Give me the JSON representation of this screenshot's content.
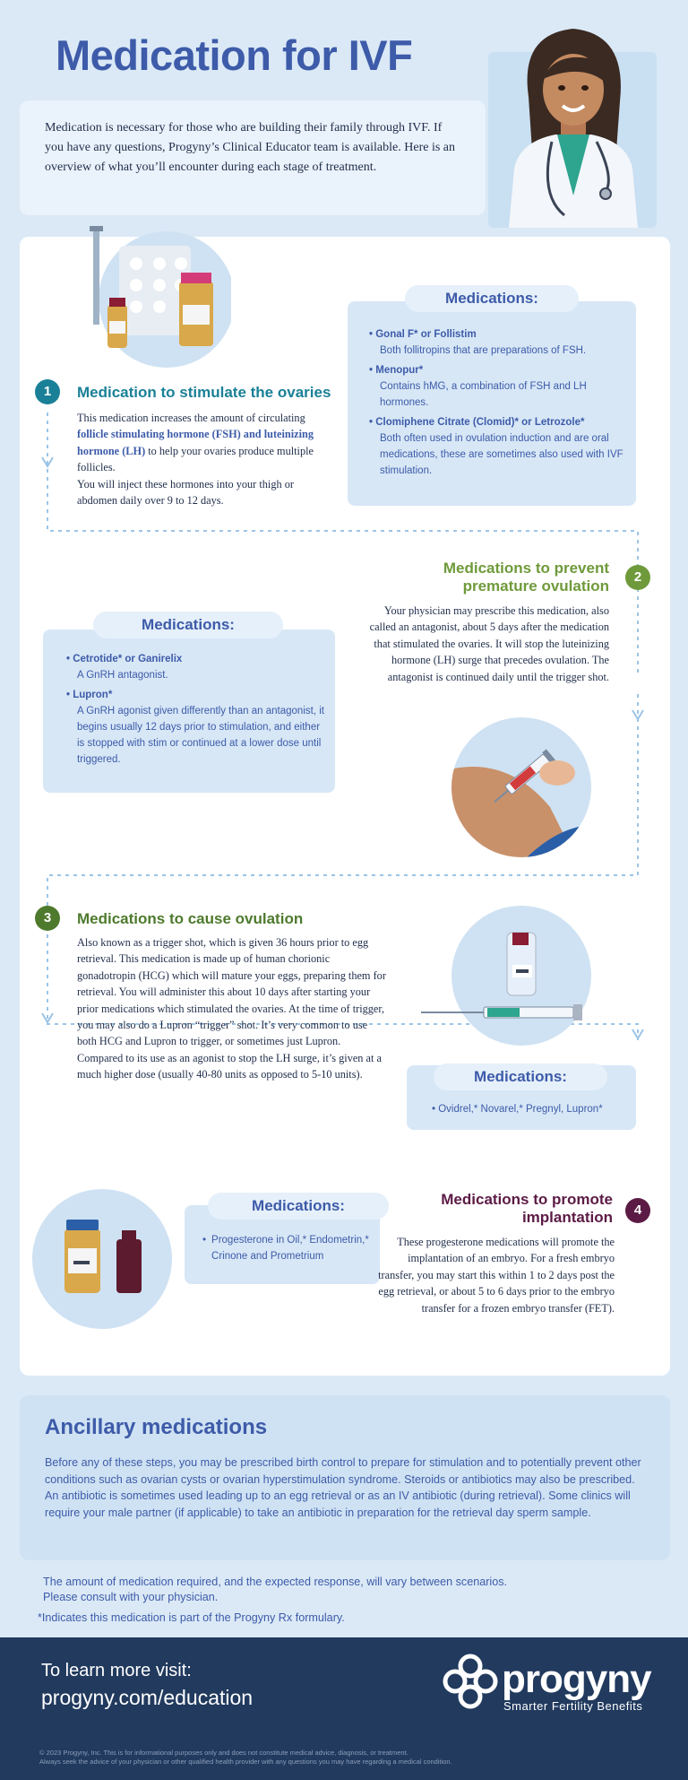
{
  "header": {
    "title": "Medication for IVF",
    "intro": "Medication is necessary for those who are building their family through IVF. If you have any questions, Progyny’s Clinical Educator team is available. Here is an overview of what you’ll encounter during each stage of treatment."
  },
  "colors": {
    "primary": "#3d5ba9",
    "step1": "#1a8097",
    "step2": "#6f9a3b",
    "step3": "#4e7a2d",
    "step4": "#5c1b45",
    "footer": "#213a5e"
  },
  "step1": {
    "number": "1",
    "title": "Medication to stimulate the ovaries",
    "body_pre": "This medication increases the amount of circulating",
    "body_hl": "follicle stimulating hormone (FSH) and luteinizing hormone (LH)",
    "body_post": "to help your ovaries produce multiple follicles.",
    "body2": "You will inject these hormones into your thigh or abdomen daily over 9 to 12 days.",
    "meds_title": "Medications:",
    "meds": [
      {
        "name": "Gonal F* or Follistim",
        "desc": "Both follitropins that are preparations of FSH."
      },
      {
        "name": "Menopur*",
        "desc": "Contains hMG, a combination of FSH and LH hormones."
      },
      {
        "name": "Clomiphene Citrate (Clomid)* or Letrozole*",
        "desc": "Both often used in ovulation induction and are oral medications, these are sometimes also used with IVF stimulation."
      }
    ]
  },
  "step2": {
    "number": "2",
    "title_line1": "Medications to prevent",
    "title_line2": "premature ovulation",
    "body": "Your physician may prescribe this medication, also called an antagonist, about 5 days after the medication that stimulated the ovaries. It will stop the luteinizing hormone (LH) surge that precedes ovulation. The antagonist is continued daily until the trigger shot.",
    "meds_title": "Medications:",
    "meds": [
      {
        "name": "Cetrotide* or Ganirelix",
        "desc": "A GnRH antagonist."
      },
      {
        "name": "Lupron*",
        "desc": "A GnRH agonist given differently than an antagonist, it begins usually 12 days prior to stimulation, and either is stopped with stim or continued at a lower dose until triggered."
      }
    ]
  },
  "step3": {
    "number": "3",
    "title": "Medications to cause ovulation",
    "body": "Also known as a trigger shot, which is given 36 hours prior to egg retrieval. This medication is made up of human chorionic gonadotropin (HCG) which will mature your eggs, preparing them for retrieval. You will administer this about 10 days after starting your prior medications which stimulated the ovaries. At the time of trigger, you may also do a Lupron “trigger” shot. It’s very common to use both HCG and Lupron to trigger, or sometimes just Lupron. Compared to its use as an agonist to stop the LH surge, it’s given at a much higher dose (usually 40-80 units as opposed to 5-10 units).",
    "meds_title": "Medications:",
    "meds_line": "• Ovidrel,* Novarel,* Pregnyl, Lupron*"
  },
  "step4": {
    "number": "4",
    "title_line1": "Medications to promote",
    "title_line2": "implantation",
    "body": "These progesterone medications will promote the implantation of an embryo. For a fresh embryo transfer, you may start this within 1 to 2 days post the egg retrieval, or about 5 to 6 days prior to the embryo transfer for a frozen embryo transfer (FET).",
    "meds_title": "Medications:",
    "meds_line": "Progesterone in Oil,* Endometrin,* Crinone and Prometrium"
  },
  "ancillary": {
    "title": "Ancillary medications",
    "body": "Before any of these steps, you may be prescribed birth control to prepare for stimulation and to potentially prevent other conditions such as ovarian cysts or ovarian hyperstimulation syndrome. Steroids or antibiotics may also be prescribed. An antibiotic is sometimes used leading up to an egg retrieval or as an IV antibiotic (during retrieval). Some clinics will require your male partner (if applicable) to take an antibiotic in preparation for the retrieval day sperm sample."
  },
  "notes": {
    "line1": "The amount of medication required, and the expected response, will vary between scenarios.",
    "line2": "Please consult with your physician.",
    "line3": "*Indicates this medication is part of the Progyny Rx formulary."
  },
  "footer": {
    "learn": "To learn more visit:",
    "url": "progyny.com/education",
    "logo": "progyny",
    "tagline": "Smarter Fertility Benefits",
    "legal1": "© 2023 Progyny, Inc. This is for informational purposes only and does not constitute medical advice, diagnosis, or treatment.",
    "legal2": "Always seek the advice of your physician or other qualified health provider with any questions you may have regarding a medical condition."
  },
  "icons": [
    "doctor-illustration",
    "medication-bottles-icon",
    "injection-icon",
    "vial-syringe-icon",
    "progesterone-bottles-icon",
    "progyny-logo-icon"
  ]
}
